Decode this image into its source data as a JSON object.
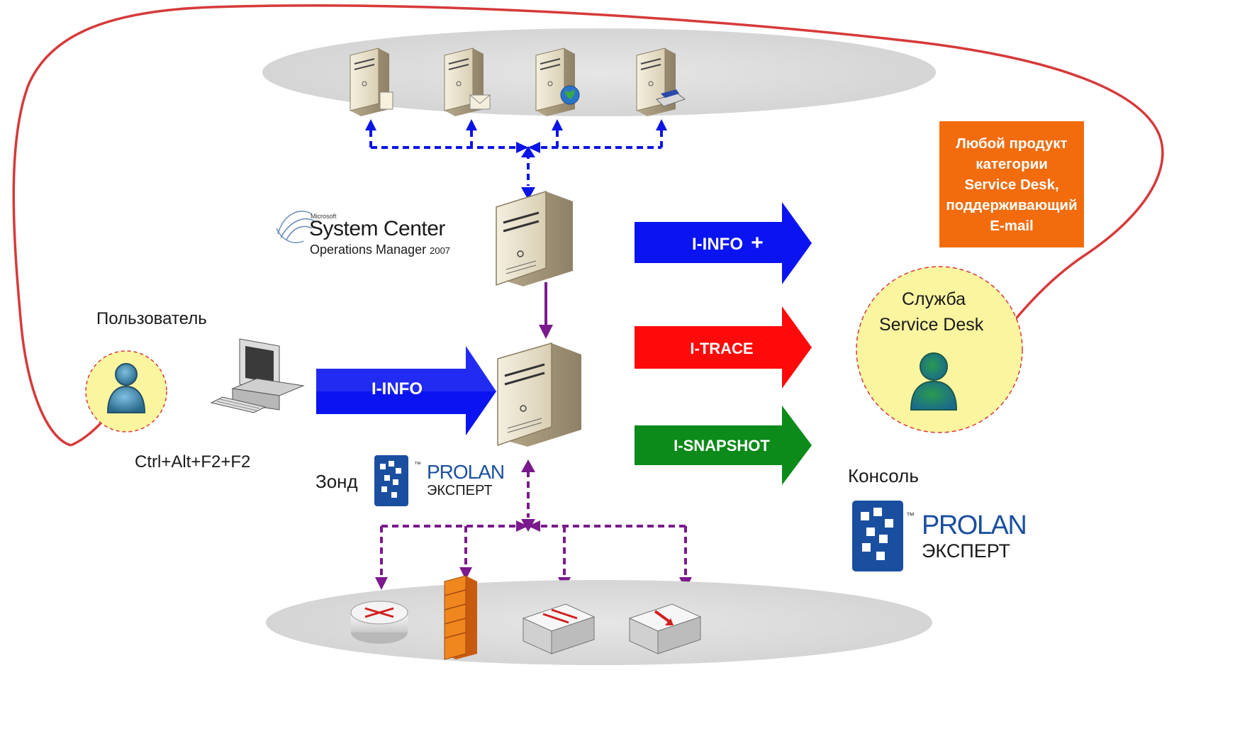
{
  "colors": {
    "outline": "#d63a3a",
    "blue_arrow": "#0a14f0",
    "red_arrow": "#ff0a0a",
    "green_arrow": "#0c8a1a",
    "blue_link": "#0a14e6",
    "purple_link": "#7a1a8c",
    "orange_box": "#f26c0d",
    "user_circle": "#fbf5a0",
    "prolan_blue": "#1a4fa0"
  },
  "scom_logo": {
    "vendor": "Microsoft",
    "product": "System Center",
    "subtitle": "Operations Manager",
    "year": "2007"
  },
  "service_desk_box": {
    "lines": [
      "Любой продукт",
      "категории",
      "Service Desk,",
      "поддерживающий",
      "E-mail"
    ]
  },
  "user": {
    "label": "Пользователь",
    "hotkey": "Ctrl+Alt+F2+F2"
  },
  "probe": {
    "label": "Зонд",
    "brand": "PROLAN",
    "brand_sub": "ЭКСПЕРТ",
    "tm": "™"
  },
  "console": {
    "label": "Консоль",
    "brand": "PROLAN",
    "brand_sub": "ЭКСПЕРТ",
    "tm": "™"
  },
  "service_desk_team": {
    "line1": "Служба",
    "line2": "Service Desk"
  },
  "flows": {
    "i_info": "I-INFO",
    "i_info_plus": "I-INFO",
    "plus": "+",
    "i_trace": "I-TRACE",
    "i_snapshot": "I-SNAPSHOT"
  },
  "icons": {
    "top_servers": [
      "file-server-icon",
      "mail-server-icon",
      "web-server-icon",
      "print-server-icon"
    ],
    "network_devices": [
      "router-icon",
      "firewall-icon",
      "switch-icon",
      "network-appliance-icon"
    ]
  }
}
